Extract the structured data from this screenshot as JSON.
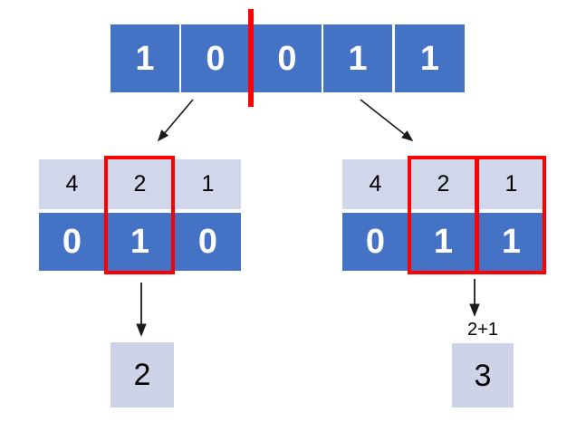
{
  "diagram": {
    "title": "binary-split-subsum",
    "colors": {
      "cell_fill": "#4472C4",
      "header_fill": "#D0D7EB",
      "result_fill": "#CED4E8",
      "highlight": "#FF0000",
      "cell_text": "#FFFFFF",
      "label_text": "#000000",
      "arrow": "#000000",
      "background": "#FFFFFF"
    },
    "top_row": {
      "name": "binary-string",
      "bits": [
        "1",
        "0",
        "0",
        "1",
        "1"
      ],
      "split_after_index": 1
    },
    "left_group": {
      "name": "left-half",
      "weights": [
        "4",
        "2",
        "1"
      ],
      "bits": [
        "0",
        "1",
        "0"
      ],
      "highlighted_columns": [
        1
      ],
      "result": "2",
      "result_expression": ""
    },
    "right_group": {
      "name": "right-half",
      "weights": [
        "4",
        "2",
        "1"
      ],
      "bits": [
        "0",
        "1",
        "1"
      ],
      "highlighted_columns": [
        1,
        2
      ],
      "result": "3",
      "result_expression": "2+1"
    }
  }
}
